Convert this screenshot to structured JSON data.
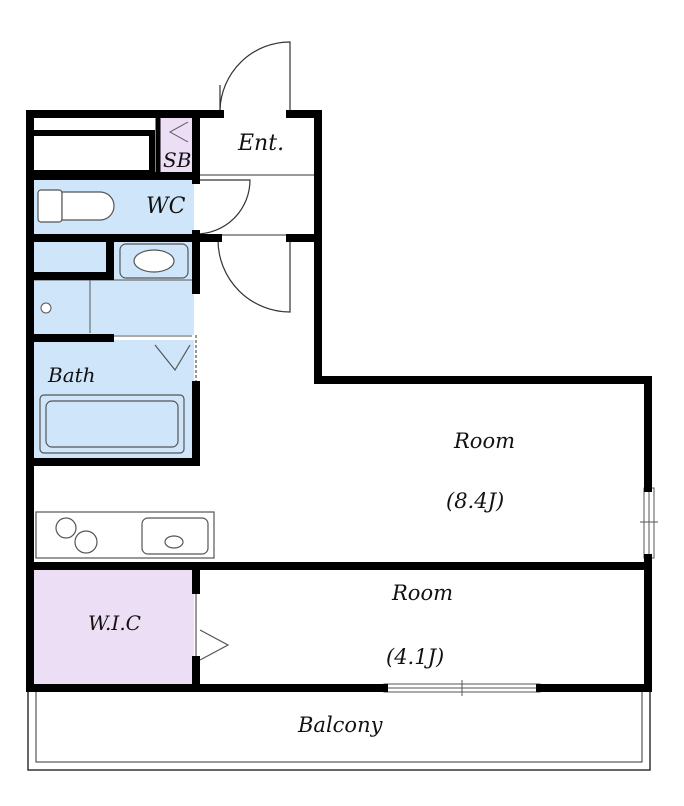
{
  "rooms": {
    "ent": "Ent.",
    "sb": "SB",
    "wc": "WC",
    "bath": "Bath",
    "room_main": "Room",
    "room_main_size": "(8.4J)",
    "room_small": "Room",
    "room_small_size": "(4.1J)",
    "wic": "W.I.C",
    "balcony": "Balcony"
  },
  "colors": {
    "wet_area": "#cfe6fa",
    "storage": "#ecdff5",
    "wall": "#000000"
  }
}
